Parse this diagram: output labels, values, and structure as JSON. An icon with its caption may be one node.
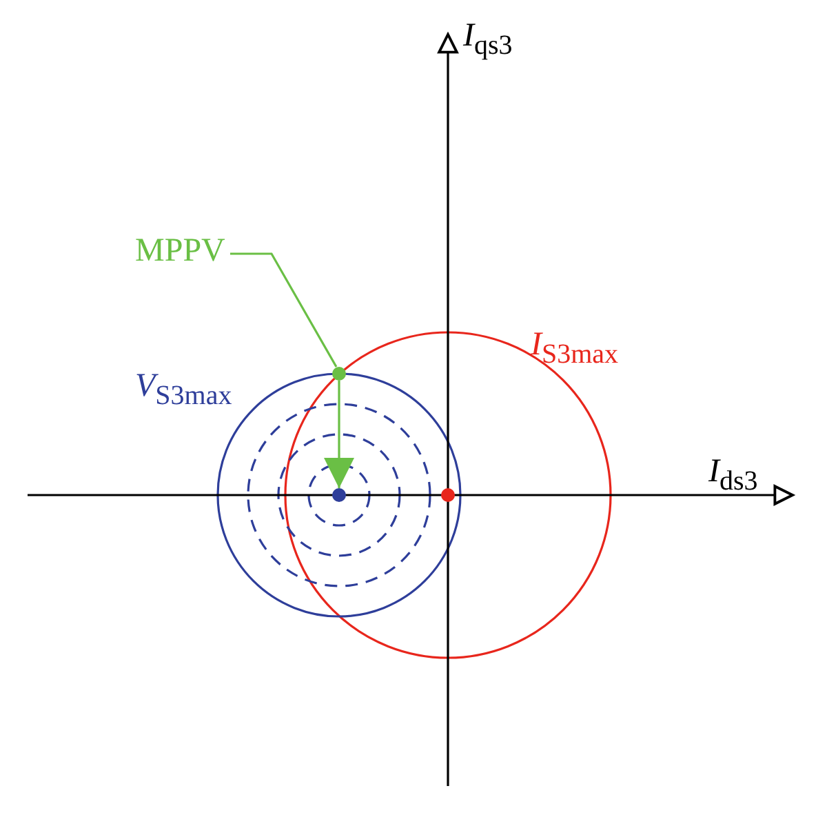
{
  "diagram": {
    "nodes": [
      {
        "text": [
          "MPPV"
        ]
      },
      {
        "text": [],
        "shape": "circle"
      },
      {
        "text": [],
        "shape": "circle"
      },
      {
        "text": [],
        "shape": "circle"
      }
    ],
    "edges": [
      {
        "from": 0,
        "to": 1,
        "arrow": "none"
      },
      {
        "from": 1,
        "to": 2,
        "arrow": "to"
      }
    ],
    "labels": [
      "*I*$_{qs3}$",
      "*I*$_{ds3}$",
      "*V*$_{S3max}$",
      "*I*$_{S3max}$"
    ]
  }
}
